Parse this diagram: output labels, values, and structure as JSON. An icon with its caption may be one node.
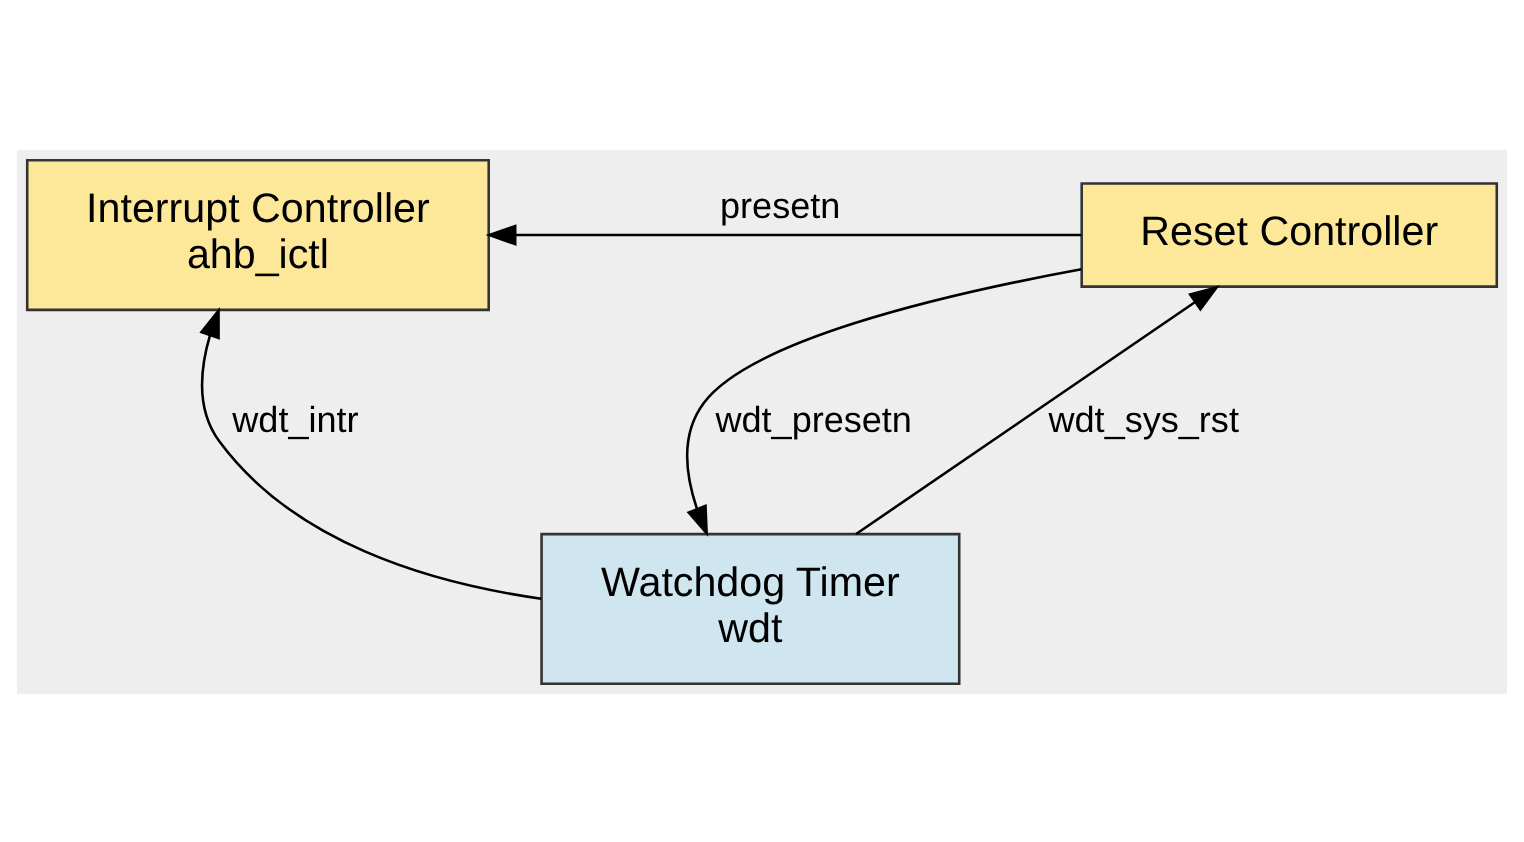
{
  "diagram": {
    "nodes": [
      {
        "text": [
          "Interrupt Controller",
          "ahb_ictl"
        ]
      },
      {
        "text": [
          "Reset Controller"
        ]
      },
      {
        "text": [
          "Watchdog Timer",
          "wdt"
        ]
      }
    ],
    "edges": [
      {
        "from": 1,
        "to": 0,
        "arrow": "to",
        "label": "presetn"
      },
      {
        "from": 2,
        "to": 0,
        "arrow": "to",
        "label": "wdt_intr"
      },
      {
        "from": 2,
        "to": 1,
        "arrow": "to",
        "label": "wdt_sys_rst"
      },
      {
        "from": 1,
        "to": 2,
        "arrow": "to",
        "label": "wdt_presetn"
      }
    ]
  }
}
